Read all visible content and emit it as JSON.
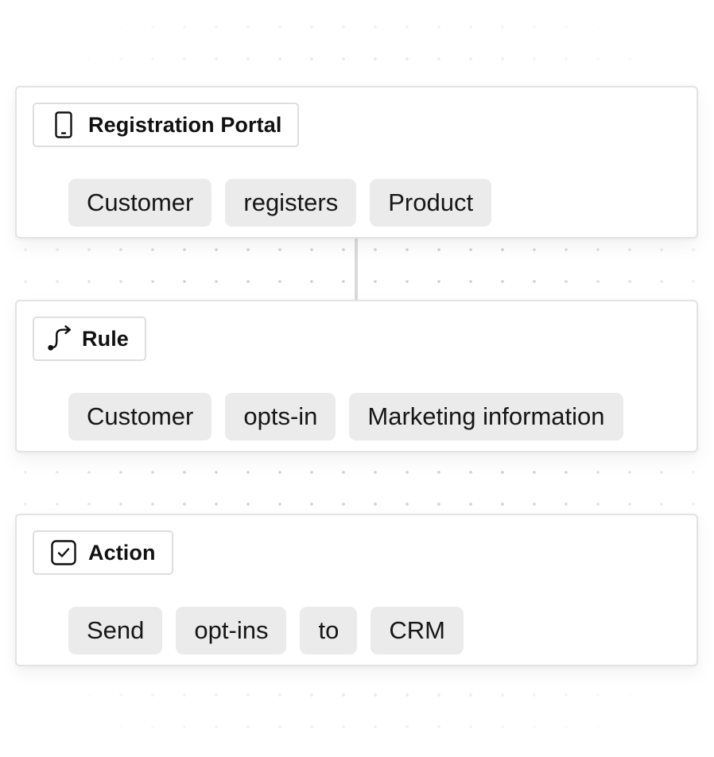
{
  "colors": {
    "background": "#ffffff",
    "card_border": "#e3e3e3",
    "chip_background": "#ebebeb",
    "connector": "#dadada",
    "dot_grid": "#d4d4d4",
    "text": "#111111"
  },
  "trigger": {
    "icon": "mobile-phone-icon",
    "title": "Registration Portal",
    "chips": [
      "Customer",
      "registers",
      "Product"
    ]
  },
  "rule": {
    "icon": "route-arrow-icon",
    "title": "Rule",
    "chips": [
      "Customer",
      "opts-in",
      "Marketing information"
    ]
  },
  "action": {
    "icon": "checkbox-check-icon",
    "title": "Action",
    "chips": [
      "Send",
      "opt-ins",
      "to",
      "CRM"
    ]
  }
}
